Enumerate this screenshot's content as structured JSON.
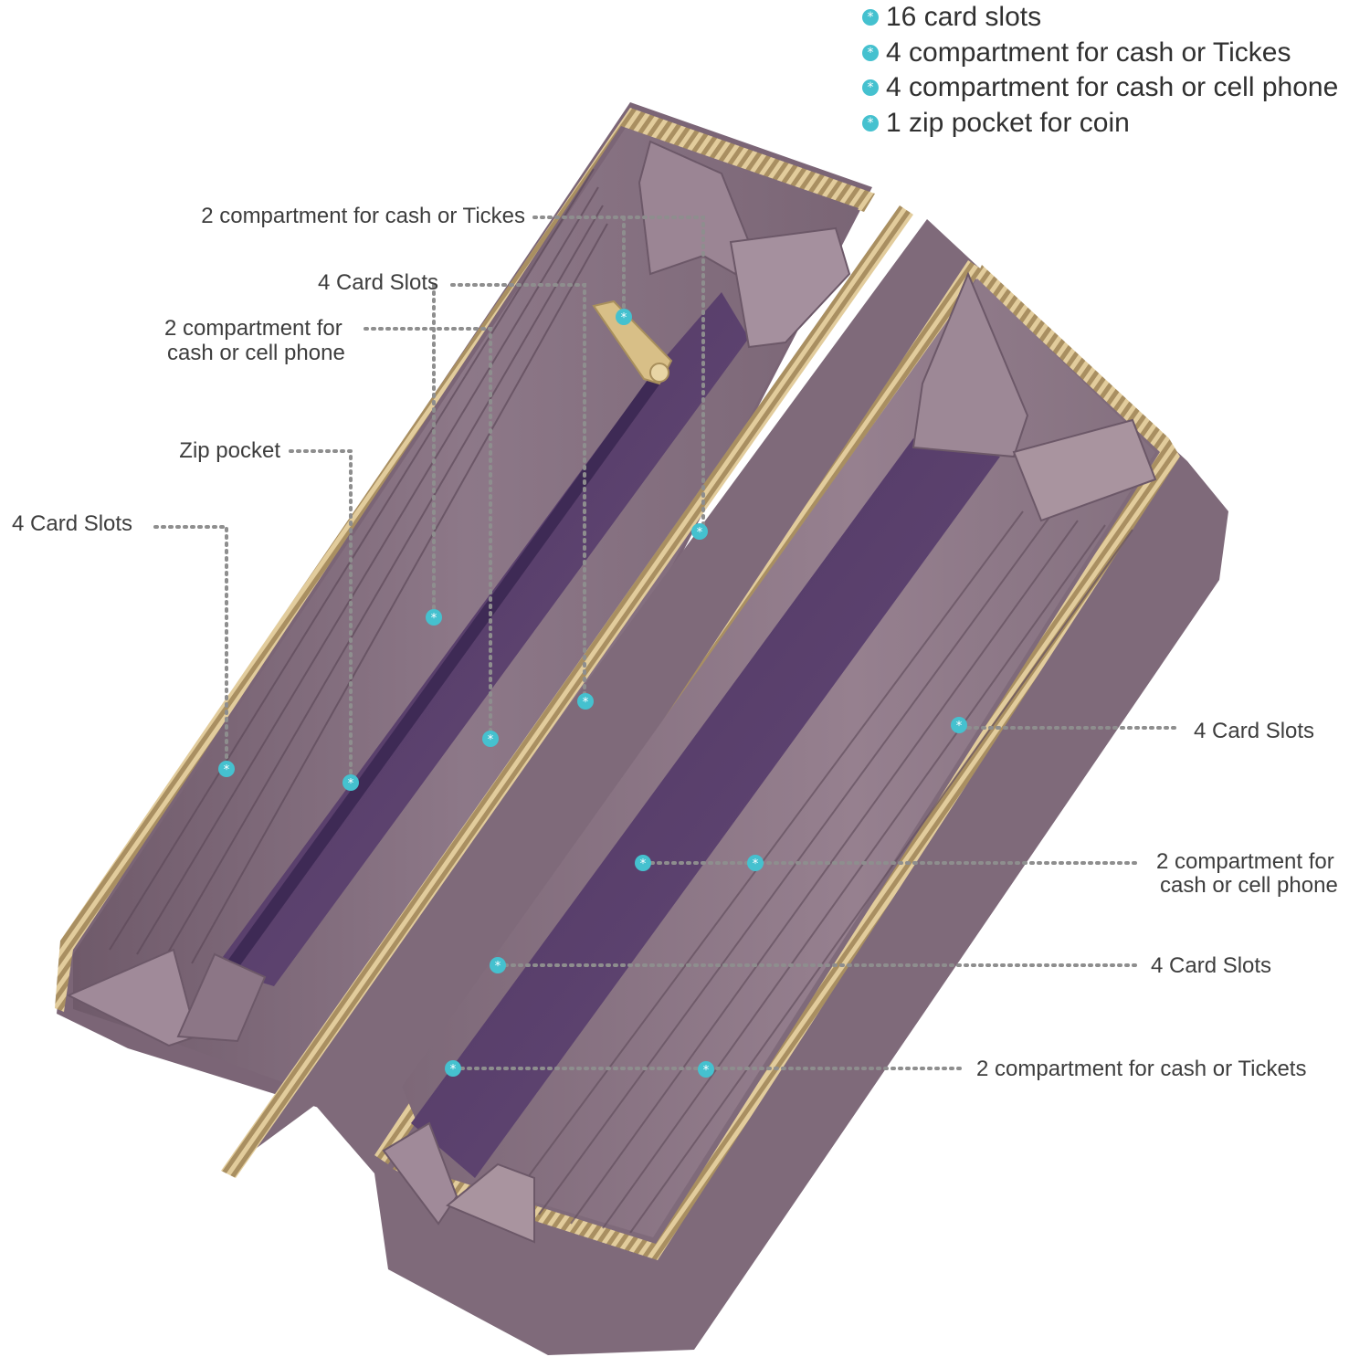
{
  "summary": {
    "items": [
      "16 card slots",
      "4 compartment for cash or Tickes",
      "4 compartment for cash or cell phone",
      "1 zip pocket for coin"
    ]
  },
  "callouts": {
    "left_cash_tickets": "2 compartment for cash or Tickes",
    "left_card_slots_top": "4 Card Slots",
    "left_cash_phone_line1": "2 compartment for",
    "left_cash_phone_line2": "cash or cell phone",
    "zip_pocket": "Zip pocket",
    "left_card_slots_outer": "4 Card Slots",
    "right_card_slots_top": "4 Card Slots",
    "right_cash_phone_line1": "2 compartment for",
    "right_cash_phone_line2": "cash or cell phone",
    "right_card_slots_bottom": "4 Card Slots",
    "right_cash_tickets": "2 compartment for cash or Tickets"
  },
  "colors": {
    "accent_marker": "#45c1cf",
    "wallet_leather": "#8a7383",
    "wallet_lining": "#5a3f6c",
    "zipper": "#c9ad79"
  }
}
